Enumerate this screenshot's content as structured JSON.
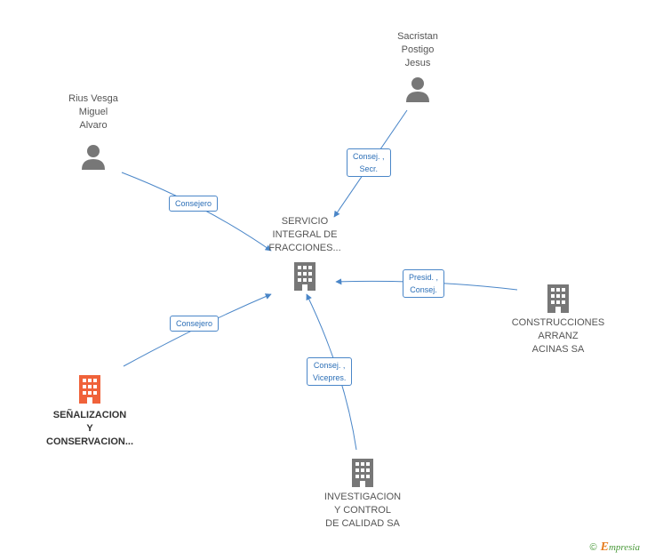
{
  "colors": {
    "edge": "#4a86c8",
    "company": "#777777",
    "highlight": "#f0623a",
    "person": "#777777"
  },
  "nodes": {
    "center": {
      "lines": [
        "SERVICIO",
        "INTEGRAL DE",
        "FRACCIONES..."
      ],
      "icon": "building-icon"
    },
    "sacristan": {
      "lines": [
        "Sacristan",
        "Postigo",
        "Jesus"
      ],
      "icon": "person-icon"
    },
    "rius": {
      "lines": [
        "Rius Vesga",
        "Miguel",
        "Alvaro"
      ],
      "icon": "person-icon"
    },
    "construcciones": {
      "lines": [
        "CONSTRUCCIONES",
        "ARRANZ",
        "ACINAS SA"
      ],
      "icon": "building-icon"
    },
    "senalizacion": {
      "lines": [
        "SEÑALIZACION",
        "Y",
        "CONSERVACION..."
      ],
      "icon": "building-icon"
    },
    "investigacion": {
      "lines": [
        "INVESTIGACION",
        "Y CONTROL",
        "DE CALIDAD SA"
      ],
      "icon": "building-icon"
    }
  },
  "edges": {
    "sacristan": [
      "Consej. ,",
      "Secr."
    ],
    "rius": [
      "Consejero"
    ],
    "construcciones": [
      "Presid. ,",
      "Consej."
    ],
    "senalizacion": [
      "Consejero"
    ],
    "investigacion": [
      "Consej. ,",
      "Vicepres."
    ]
  },
  "watermark": {
    "copyright": "©",
    "brand_initial": "E",
    "brand_rest": "mpresia"
  }
}
